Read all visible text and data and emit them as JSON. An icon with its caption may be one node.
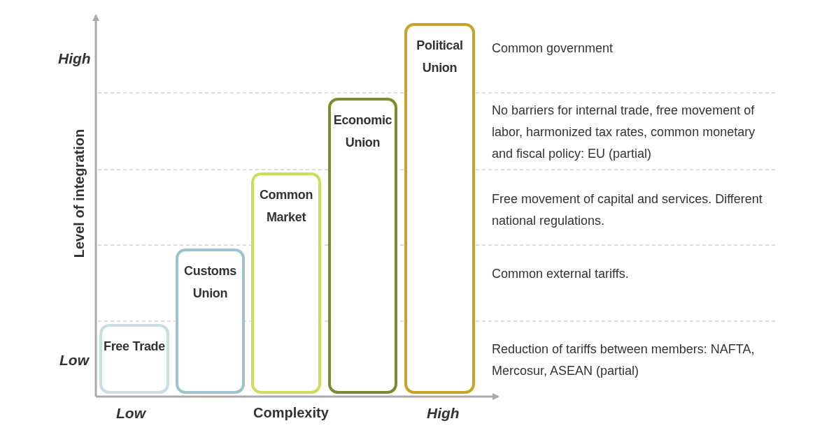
{
  "diagram": {
    "nodes": [
      {
        "text": [
          "Free Trade"
        ]
      },
      {
        "text": [
          "Customs Union"
        ]
      },
      {
        "text": [
          "Common Market"
        ]
      },
      {
        "text": [
          "Economic Union"
        ]
      },
      {
        "text": [
          "Political Union"
        ]
      }
    ],
    "labels": [
      "High",
      "Low",
      "Level of integration",
      "Low",
      "Complexity",
      "High",
      "Common government",
      "No barriers for internal trade, free movement of labor, harmonized tax rates, common monetary and fiscal policy: EU (partial)",
      "Free movement of capital and services. Different national regulations.",
      "Common external tariffs.",
      "Reduction of tariffs between members: NAFTA, Mercosur, ASEAN (partial)"
    ]
  }
}
